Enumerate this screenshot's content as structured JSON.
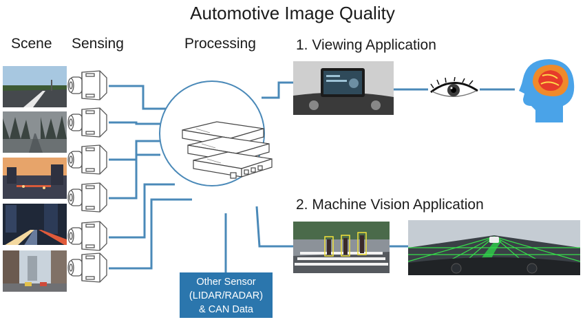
{
  "title": "Automotive Image Quality",
  "columns": {
    "scene": "Scene",
    "sensing": "Sensing",
    "processing": "Processing"
  },
  "applications": {
    "viewing": "1. Viewing Application",
    "machine_vision": "2. Machine Vision Application"
  },
  "other_sensor": {
    "line1": "Other Sensor",
    "line2": "(LIDAR/RADAR)",
    "line3": "& CAN Data"
  },
  "colors": {
    "connector": "#4a89b8",
    "box": "#2b76ad"
  },
  "icons": [
    "camera-icon",
    "ecu-icon",
    "eye-icon",
    "brain-icon"
  ]
}
